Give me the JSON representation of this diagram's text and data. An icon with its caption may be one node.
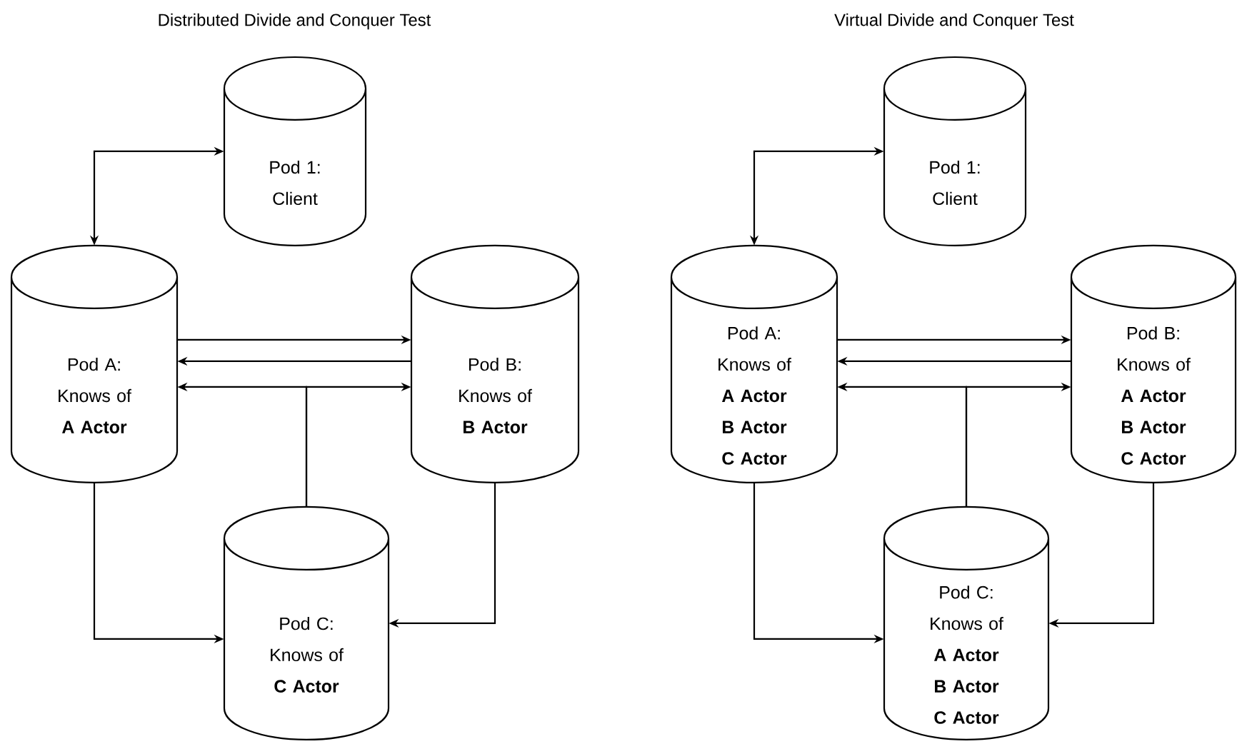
{
  "diagram": {
    "nodes": [
      {
        "text": [
          "Pod 1: Client"
        ]
      },
      {
        "text": [
          "Pod A: Knows of **A Actor**"
        ]
      },
      {
        "text": [
          "Pod B: Knows of **B Actor**"
        ]
      },
      {
        "text": [
          "Pod C: Knows of **C Actor**"
        ]
      },
      {
        "text": [
          "Pod 1: Client"
        ]
      },
      {
        "text": [
          "Pod A: Knows of **A Actor B Actor C Actor**"
        ]
      },
      {
        "text": [
          "Pod B: Knows of **A Actor B Actor C Actor**"
        ]
      },
      {
        "text": [
          "Pod C: Knows of **A Actor B Actor C Actor**"
        ]
      }
    ],
    "edges": [
      {
        "from": 0,
        "to": 1,
        "arrow": "both"
      },
      {
        "from": 1,
        "to": 2,
        "arrow": "to"
      },
      {
        "from": 2,
        "to": 1,
        "arrow": "to"
      },
      {
        "from": 3,
        "to": 1,
        "arrow": "to"
      },
      {
        "from": 3,
        "to": 2,
        "arrow": "to"
      },
      {
        "from": 1,
        "to": 3,
        "arrow": "to"
      },
      {
        "from": 2,
        "to": 3,
        "arrow": "to"
      },
      {
        "from": 4,
        "to": 5,
        "arrow": "both"
      },
      {
        "from": 5,
        "to": 6,
        "arrow": "to"
      },
      {
        "from": 6,
        "to": 5,
        "arrow": "to"
      },
      {
        "from": 7,
        "to": 5,
        "arrow": "to"
      },
      {
        "from": 7,
        "to": 6,
        "arrow": "to"
      },
      {
        "from": 5,
        "to": 7,
        "arrow": "to"
      },
      {
        "from": 6,
        "to": 7,
        "arrow": "to"
      }
    ],
    "labels": [
      "Distributed Divide and Conquer Test",
      "Virtual Divide and Conquer Test"
    ]
  }
}
